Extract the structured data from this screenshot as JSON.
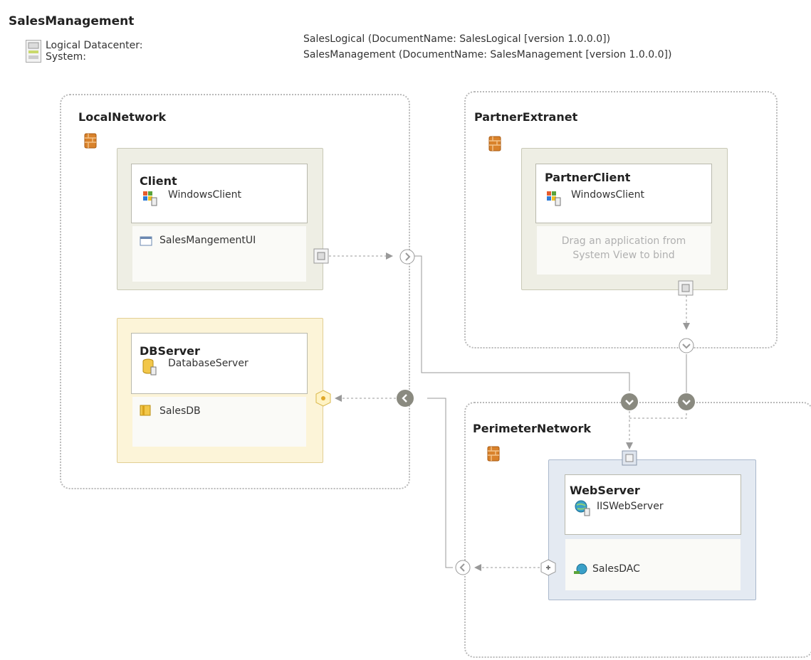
{
  "diagram": {
    "title": "SalesManagement",
    "legend": {
      "label1": "Logical Datacenter:",
      "label2": "System:"
    },
    "documents": [
      "SalesLogical (DocumentName: SalesLogical [version 1.0.0.0])",
      "SalesManagement (DocumentName: SalesManagement [version 1.0.0.0])"
    ]
  },
  "zones": {
    "local": {
      "name": "LocalNetwork"
    },
    "partner": {
      "name": "PartnerExtranet"
    },
    "perimeter": {
      "name": "PerimeterNetwork"
    }
  },
  "hosts": {
    "client": {
      "name": "Client",
      "type": "WindowsClient",
      "app": "SalesMangementUI"
    },
    "db": {
      "name": "DBServer",
      "type": "DatabaseServer",
      "app": "SalesDB"
    },
    "partner": {
      "name": "PartnerClient",
      "type": "WindowsClient",
      "hint_line1": "Drag an application from",
      "hint_line2": "System View to bind"
    },
    "web": {
      "name": "WebServer",
      "type": "IISWebServer",
      "app": "SalesDAC"
    }
  },
  "icons": {
    "legend": "datacenter-legend-icon",
    "firewall": "firewall-icon",
    "windows_client": "windows-client-icon",
    "database_server": "database-server-icon",
    "web_server": "iis-web-server-icon",
    "app_ui": "windows-app-icon",
    "database": "database-icon",
    "web_app": "web-app-icon",
    "endpoint": "endpoint-icon"
  },
  "colors": {
    "firewall": "#d9822b",
    "db_host": "#fcf4d8",
    "web_host": "#e4eaf2",
    "client_host": "#eeeee4",
    "connector": "#999999",
    "endpoint_dark": "#8a8a80"
  }
}
